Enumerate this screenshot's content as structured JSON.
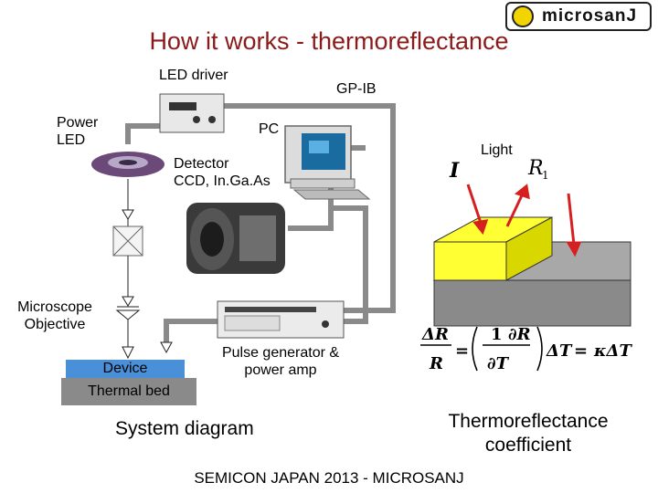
{
  "title": "How it works - thermoreflectance",
  "logo": {
    "text": "microsanJ"
  },
  "labels": {
    "led_driver": "LED driver",
    "gp_ib": "GP-IB",
    "power_led_line1": "Power",
    "power_led_line2": "LED",
    "pc": "PC",
    "light": "Light",
    "incident_symbol": "I",
    "reflected_symbol": "R",
    "reflected_sub": "1",
    "detector_line1": "Detector",
    "detector_line2": "CCD, In.Ga.As",
    "microscope_line1": "Microscope",
    "microscope_line2": "Objective",
    "device": "Device",
    "thermal_bed": "Thermal bed",
    "pulse_line1": "Pulse generator &",
    "pulse_line2": "power amp"
  },
  "captions": {
    "system_diagram": "System diagram",
    "coefficient_line1": "Thermoreflectance",
    "coefficient_line2": "coefficient"
  },
  "equation": {
    "dR": "ΔR",
    "R": "R",
    "one": "1",
    "partial_R": "∂R",
    "partial_T": "∂T",
    "delta_T": "ΔT",
    "kappa_delta_T": "κΔT",
    "equals": "="
  },
  "footer": "SEMICON JAPAN 2013 - MICROSANJ",
  "colors": {
    "title": "#8b1a1a",
    "wire": "#8a8a8a",
    "device": "#4a90d9",
    "thermal_bed": "#8a8a8a",
    "sample_top": "#ffff33",
    "arrow_red": "#d62020"
  }
}
